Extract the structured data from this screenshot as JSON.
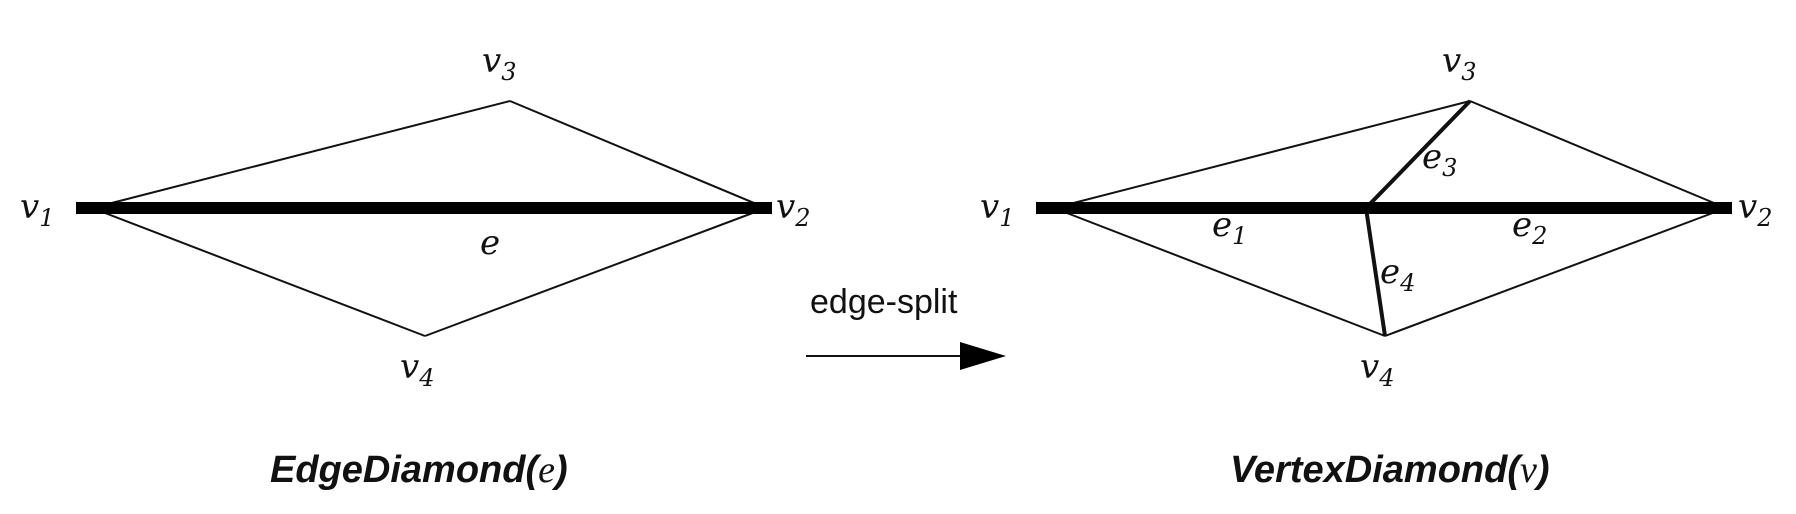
{
  "left": {
    "vertices": {
      "v1": {
        "base": "v",
        "sub": "1"
      },
      "v2": {
        "base": "v",
        "sub": "2"
      },
      "v3": {
        "base": "v",
        "sub": "3"
      },
      "v4": {
        "base": "v",
        "sub": "4"
      }
    },
    "edge_label": "e",
    "caption": {
      "name": "EdgeDiamond(",
      "arg": "e",
      "close": ")"
    }
  },
  "transition": {
    "label": "edge-split"
  },
  "right": {
    "vertices": {
      "v1": {
        "base": "v",
        "sub": "1"
      },
      "v2": {
        "base": "v",
        "sub": "2"
      },
      "v3": {
        "base": "v",
        "sub": "3"
      },
      "v4": {
        "base": "v",
        "sub": "4"
      }
    },
    "edges": {
      "e1": {
        "base": "e",
        "sub": "1"
      },
      "e2": {
        "base": "e",
        "sub": "2"
      },
      "e3": {
        "base": "e",
        "sub": "3"
      },
      "e4": {
        "base": "e",
        "sub": "4"
      }
    },
    "caption": {
      "name": "VertexDiamond(",
      "arg": "v",
      "close": ")"
    }
  }
}
